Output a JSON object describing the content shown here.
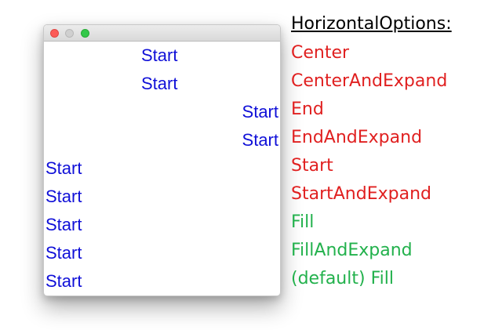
{
  "window": {
    "button_labels": [
      "close",
      "minimize",
      "zoom"
    ],
    "rows": [
      {
        "text": "Start",
        "align": "center"
      },
      {
        "text": "Start",
        "align": "center"
      },
      {
        "text": "Start",
        "align": "end"
      },
      {
        "text": "Start",
        "align": "end"
      },
      {
        "text": "Start",
        "align": "start"
      },
      {
        "text": "Start",
        "align": "start"
      },
      {
        "text": "Start",
        "align": "start"
      },
      {
        "text": "Start",
        "align": "start"
      },
      {
        "text": "Start",
        "align": "start"
      }
    ],
    "text_color": "#1010d8"
  },
  "legend": {
    "heading": "HorizontalOptions:",
    "options": [
      {
        "label": "Center",
        "color": "#e02020"
      },
      {
        "label": "CenterAndExpand",
        "color": "#e02020"
      },
      {
        "label": "End",
        "color": "#e02020"
      },
      {
        "label": "EndAndExpand",
        "color": "#e02020"
      },
      {
        "label": "Start",
        "color": "#e02020"
      },
      {
        "label": "StartAndExpand",
        "color": "#e02020"
      },
      {
        "label": "Fill",
        "color": "#22b14c"
      },
      {
        "label": "FillAndExpand",
        "color": "#22b14c"
      },
      {
        "label": "(default) Fill",
        "color": "#22b14c"
      }
    ]
  }
}
